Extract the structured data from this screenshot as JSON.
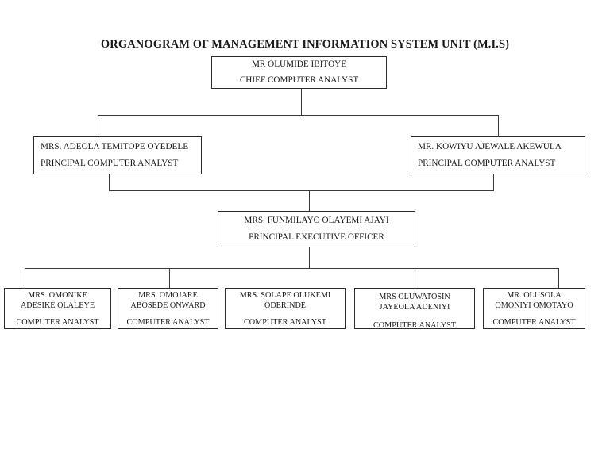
{
  "title": "ORGANOGRAM OF MANAGEMENT INFORMATION SYSTEM UNIT (M.I.S)",
  "chart_data": {
    "type": "diagram",
    "diagram_type": "organizational-chart",
    "title": "ORGANOGRAM OF MANAGEMENT INFORMATION SYSTEM UNIT (M.I.S)",
    "orientation": "top-down",
    "levels": 4,
    "nodes": [
      {
        "id": "ceo",
        "level": 1,
        "name": "MR OLUMIDE IBITOYE",
        "role": "CHIEF COMPUTER ANALYST"
      },
      {
        "id": "pca-left",
        "level": 2,
        "name": "MRS. ADEOLA TEMITOPE OYEDELE",
        "role": "PRINCIPAL COMPUTER ANALYST"
      },
      {
        "id": "pca-right",
        "level": 2,
        "name": "MR. KOWIYU AJEWALE AKEWULA",
        "role": "PRINCIPAL COMPUTER ANALYST"
      },
      {
        "id": "peo",
        "level": 3,
        "name": "MRS. FUNMILAYO OLAYEMI AJAYI",
        "role": "PRINCIPAL EXECUTIVE OFFICER"
      },
      {
        "id": "analyst-1",
        "level": 4,
        "name_line1": "MRS. OMONIKE",
        "name_line2": "ADESIKE OLALEYE",
        "role": "COMPUTER ANALYST"
      },
      {
        "id": "analyst-2",
        "level": 4,
        "name_line1": "MRS. OMOJARE",
        "name_line2": "ABOSEDE ONWARD",
        "role": "COMPUTER ANALYST"
      },
      {
        "id": "analyst-3",
        "level": 4,
        "name_line1": "MRS. SOLAPE OLUKEMI",
        "name_line2": "ODERINDE",
        "role": "COMPUTER ANALYST"
      },
      {
        "id": "analyst-4",
        "level": 4,
        "name_line1": "MRS OLUWATOSIN",
        "name_line2": "JAYEOLA ADENIYI",
        "role": "COMPUTER ANALYST"
      },
      {
        "id": "analyst-5",
        "level": 4,
        "name_line1": "MR. OLUSOLA",
        "name_line2": "OMONIYI OMOTAYO",
        "role": "COMPUTER ANALYST"
      }
    ],
    "edges": [
      {
        "from": "ceo",
        "to": "pca-left"
      },
      {
        "from": "ceo",
        "to": "pca-right"
      },
      {
        "from": "pca-left",
        "to": "peo"
      },
      {
        "from": "pca-right",
        "to": "peo"
      },
      {
        "from": "peo",
        "to": "analyst-1"
      },
      {
        "from": "peo",
        "to": "analyst-2"
      },
      {
        "from": "peo",
        "to": "analyst-3"
      },
      {
        "from": "peo",
        "to": "analyst-4"
      },
      {
        "from": "peo",
        "to": "analyst-5"
      }
    ],
    "colors": {
      "background": "#ffffff",
      "box_border": "#2b2b2b",
      "connector": "#3a3a3a",
      "text": "#1a1a1a"
    }
  }
}
